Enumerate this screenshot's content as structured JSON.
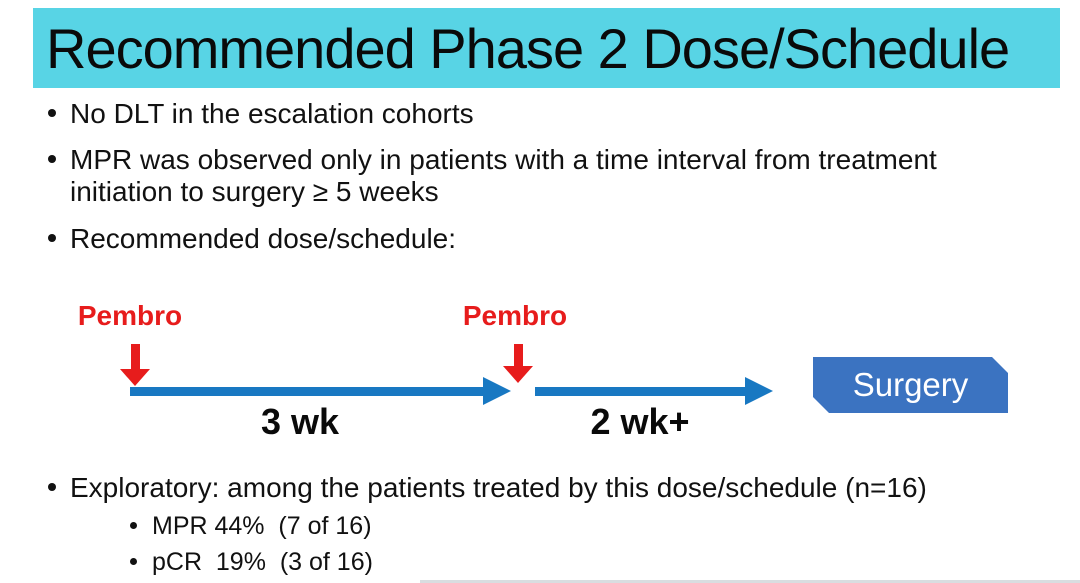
{
  "title": "Recommended Phase 2 Dose/Schedule",
  "colors": {
    "title_bg": "#58d4e5",
    "accent_red": "#e71c1c",
    "arrow_blue": "#1878c2",
    "box_blue": "#3b73c1"
  },
  "bullets_top": [
    {
      "text": "No DLT in the escalation cohorts"
    },
    {
      "text": "MPR was observed only in patients with a time interval from treatment initiation to surgery ≥ 5 weeks"
    },
    {
      "text": "Recommended dose/schedule:"
    }
  ],
  "timeline": {
    "dose1_label": "Pembro",
    "dose2_label": "Pembro",
    "interval1_label": "3 wk",
    "interval2_label": "2 wk+",
    "endpoint_label": "Surgery"
  },
  "bullets_bottom": {
    "main": "Exploratory: among the patients treated by this dose/schedule (n=16)",
    "subs": [
      {
        "text": "MPR 44%  (7 of 16)"
      },
      {
        "text": "pCR  19%  (3 of 16)"
      }
    ]
  }
}
